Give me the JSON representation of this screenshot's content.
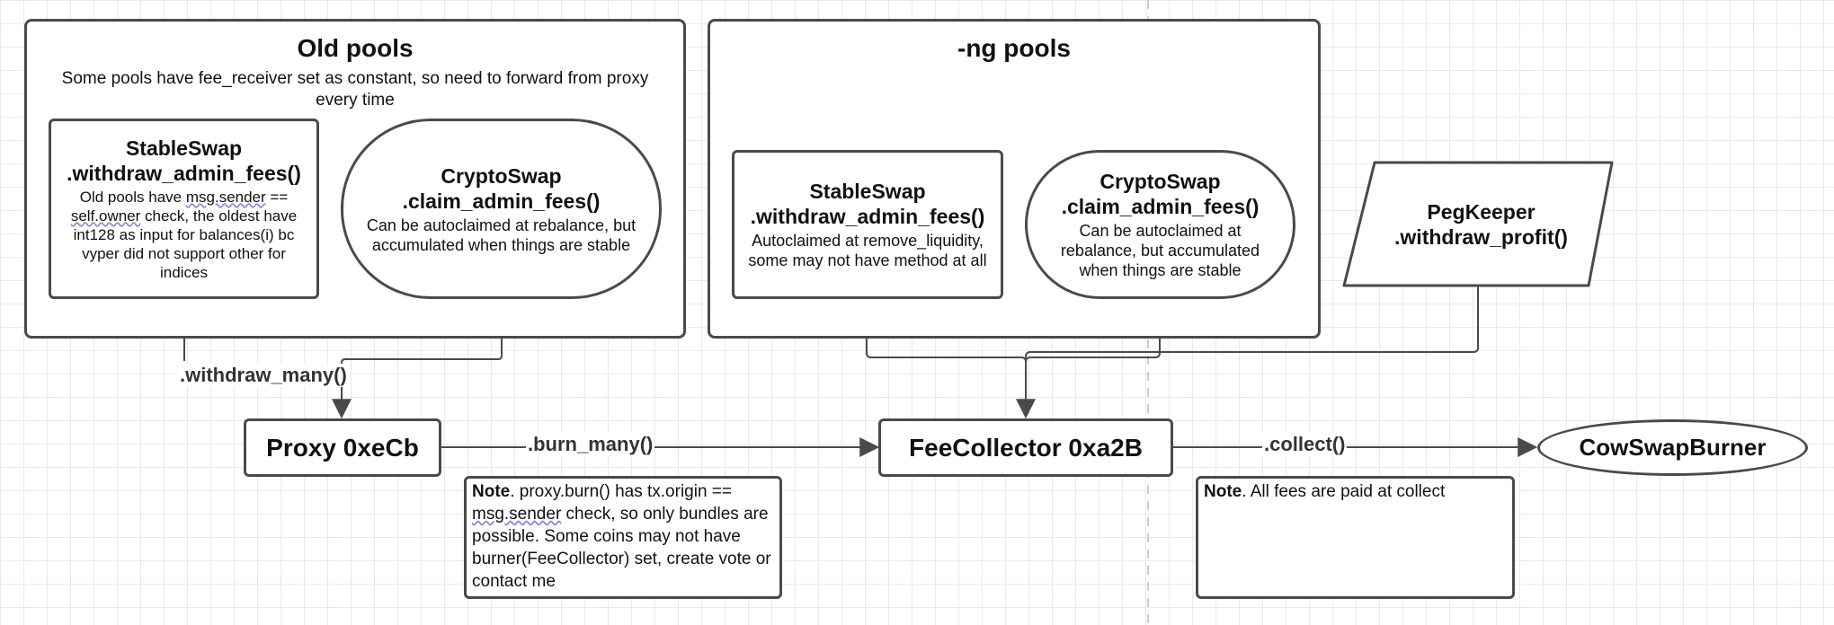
{
  "old_pools": {
    "title": "Old pools",
    "subtitle": "Some pools have fee_receiver set as constant, so need to forward from proxy every time",
    "stableswap": {
      "name": "StableSwap",
      "method": ".withdraw_admin_fees()",
      "desc_pre": "Old pools have ",
      "desc_link1": "msg.sender",
      "desc_mid": " == ",
      "desc_link2": "self.owner",
      "desc_post": " check, the oldest have int128 as input for balances(i) bc vyper did not support other for indices"
    },
    "cryptoswap": {
      "name": "CryptoSwap",
      "method": ".claim_admin_fees()",
      "desc": "Can be autoclaimed at rebalance, but accumulated when things are stable"
    }
  },
  "ng_pools": {
    "title": "-ng pools",
    "stableswap": {
      "name": "StableSwap",
      "method": ".withdraw_admin_fees()",
      "desc": "Autoclaimed at remove_liquidity, some may not have method at all"
    },
    "cryptoswap": {
      "name": "CryptoSwap",
      "method": ".claim_admin_fees()",
      "desc": "Can be autoclaimed at rebalance, but accumulated when things are stable"
    }
  },
  "pegkeeper": {
    "name": "PegKeeper",
    "method": ".withdraw_profit()"
  },
  "proxy": {
    "label": "Proxy 0xeCb"
  },
  "feecollector": {
    "label": "FeeCollector 0xa2B"
  },
  "cowswapburner": {
    "label": "CowSwapBurner"
  },
  "edges": {
    "withdraw_many": ".withdraw_many()",
    "burn_many": ".burn_many()",
    "collect": ".collect()"
  },
  "note_proxy": {
    "bold": "Note",
    "pre": ". proxy.burn() has tx.origin == ",
    "link": "msg.sender",
    "post": " check, so only bundles are possible. Some coins may not have burner(FeeCollector) set, create vote or contact me"
  },
  "note_collect": {
    "bold": "Note",
    "text": ". All fees are paid at collect"
  },
  "colors": {
    "stroke": "#4a4a4a",
    "grid": "#e9e9e9",
    "dashed": "#cccccc"
  }
}
